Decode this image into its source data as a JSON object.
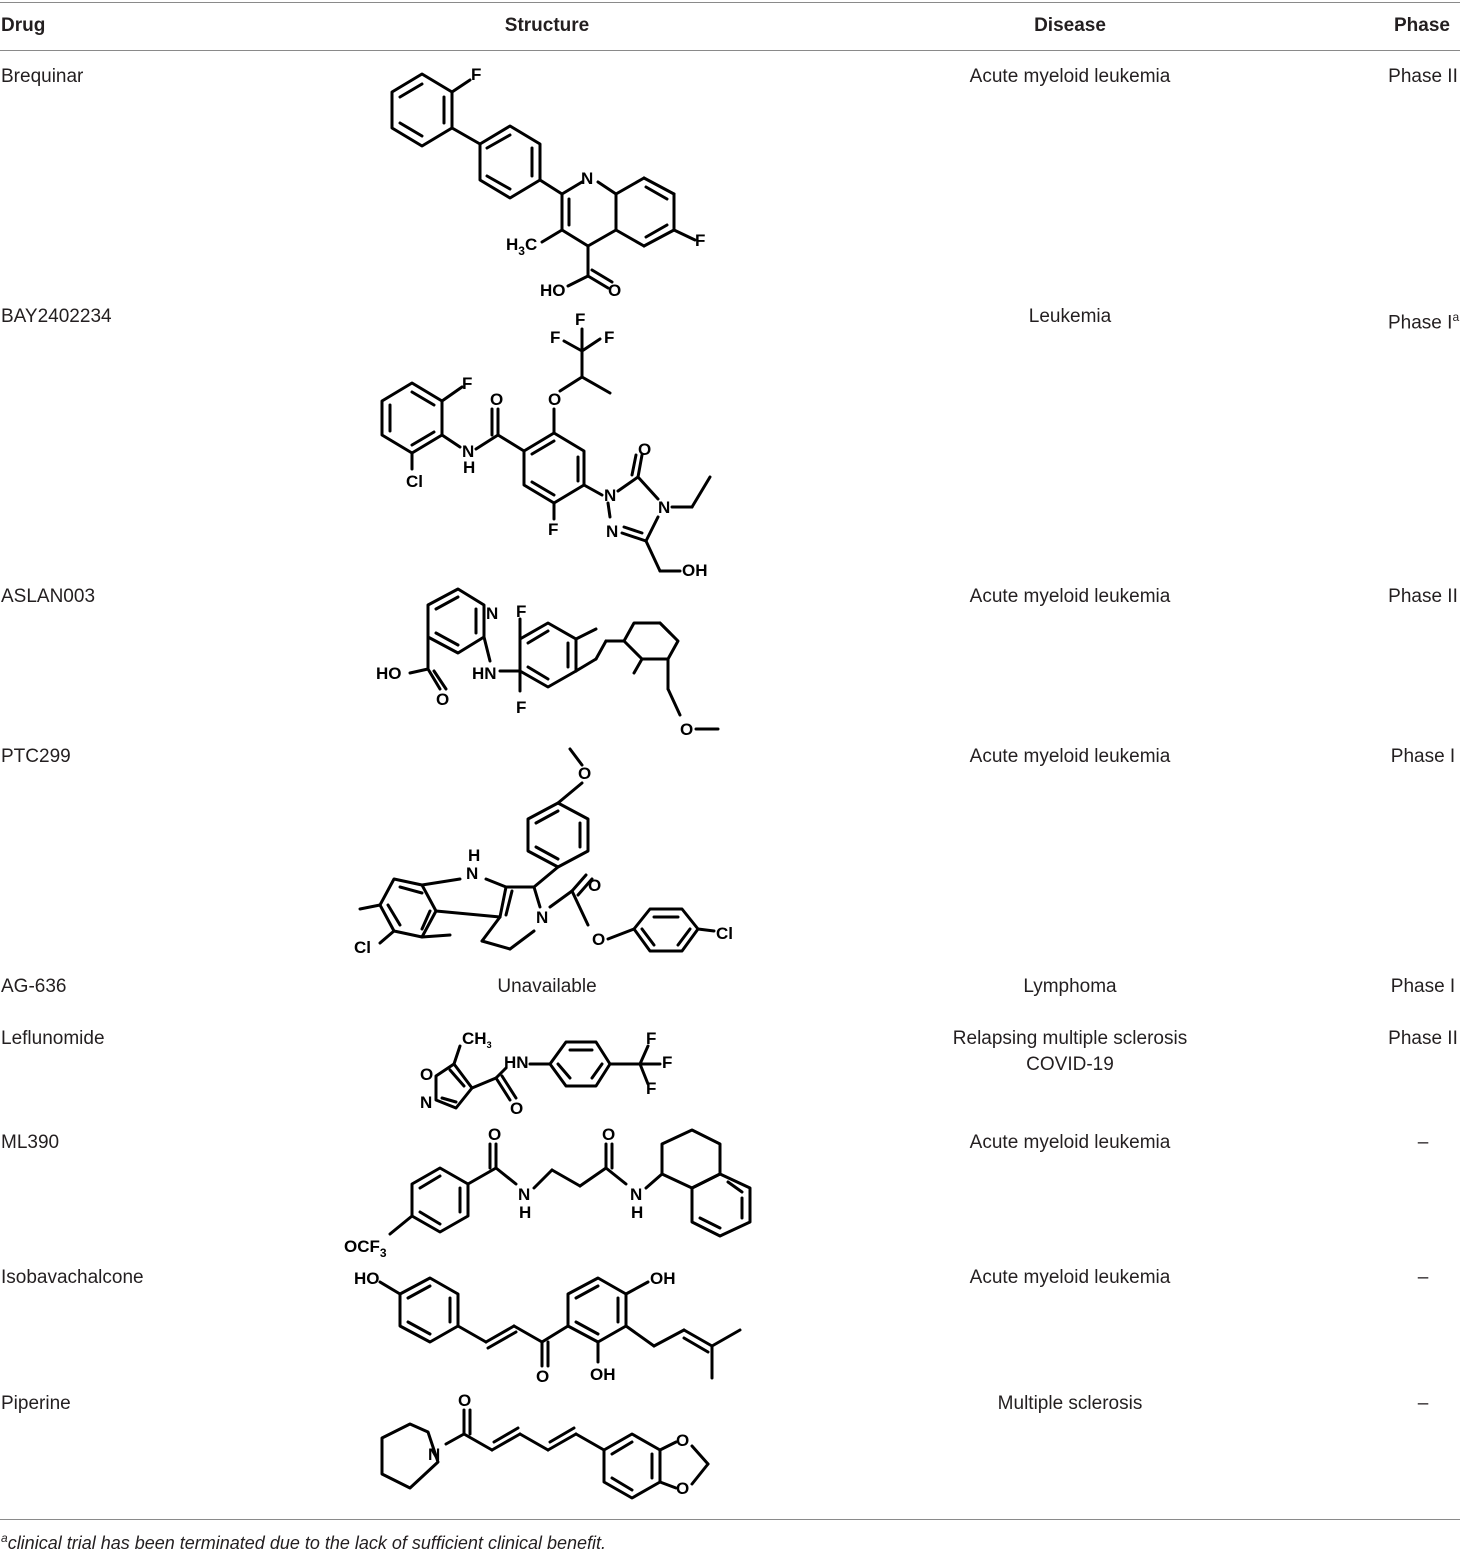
{
  "header": {
    "drug": "Drug",
    "structure": "Structure",
    "disease": "Disease",
    "phase": "Phase"
  },
  "rows": [
    {
      "drug": "Brequinar",
      "disease": "Acute myeloid leukemia",
      "phase": "Phase II"
    },
    {
      "drug": "BAY2402234",
      "disease": "Leukemia",
      "phase": "Phase I",
      "phase_sup": "a"
    },
    {
      "drug": "ASLAN003",
      "disease": "Acute myeloid leukemia",
      "phase": "Phase II"
    },
    {
      "drug": "PTC299",
      "disease": "Acute myeloid leukemia",
      "phase": "Phase I"
    },
    {
      "drug": "AG-636",
      "structure_text": "Unavailable",
      "disease": "Lymphoma",
      "phase": "Phase I"
    },
    {
      "drug": "Leflunomide",
      "disease": "Relapsing multiple sclerosis",
      "disease_2": "COVID-19",
      "phase": "Phase II"
    },
    {
      "drug": "ML390",
      "disease": "Acute myeloid leukemia",
      "phase": "–"
    },
    {
      "drug": "Isobavachalcone",
      "disease": "Acute myeloid leukemia",
      "phase": "–"
    },
    {
      "drug": "Piperine",
      "disease": "Multiple sclerosis",
      "phase": "–"
    }
  ],
  "atoms": {
    "F": "F",
    "N": "N",
    "O": "O",
    "Cl": "Cl",
    "H": "H",
    "NH": "NH",
    "HN": "HN",
    "HO": "HO",
    "OH": "OH",
    "H3C_main": "H",
    "H3C_sub": "3",
    "H3C_tail": "C",
    "CH3_main": "CH",
    "CH3_sub": "3",
    "OCF3_main": "OCF",
    "OCF3_sub": "3"
  },
  "footnote": {
    "marker": "a",
    "text": "clinical trial has been terminated due to the lack of sufficient clinical benefit."
  }
}
